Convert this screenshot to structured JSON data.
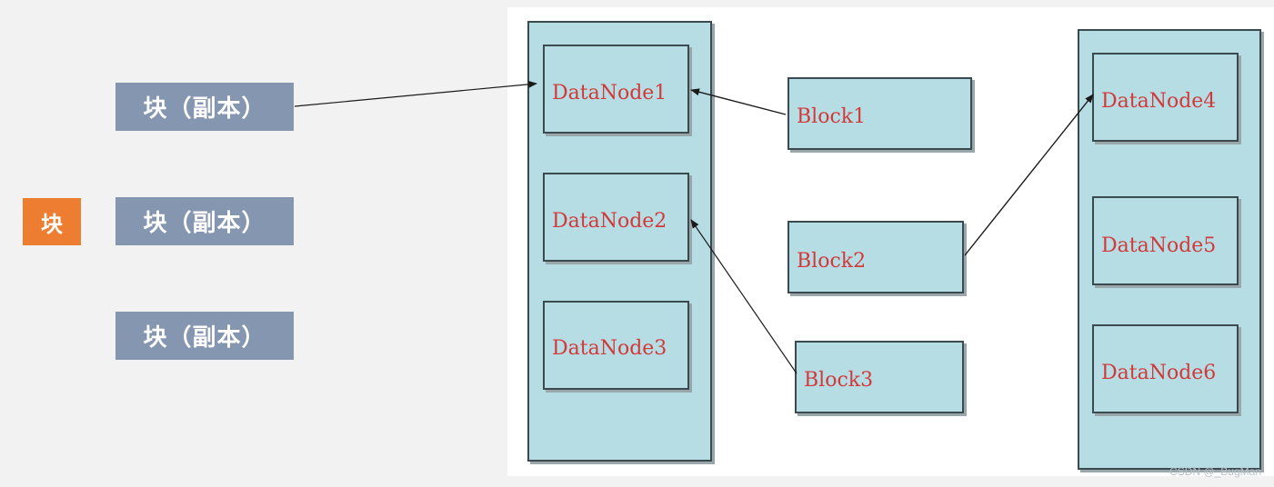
{
  "left": {
    "block_label": "块",
    "replicas": [
      "块（副本）",
      "块（副本）",
      "块（副本）"
    ]
  },
  "diagram": {
    "datanodes": [
      "DataNode1",
      "DataNode2",
      "DataNode3",
      "DataNode4",
      "DataNode5",
      "DataNode6"
    ],
    "blocks": [
      "Block1",
      "Block2",
      "Block3"
    ]
  },
  "watermark": "CSDN @_BugMan",
  "colors": {
    "block_orange": "#ed7d31",
    "replica_gray_blue": "#8496b0",
    "node_fill": "#b7dde4",
    "label_red": "#d03a3a"
  }
}
